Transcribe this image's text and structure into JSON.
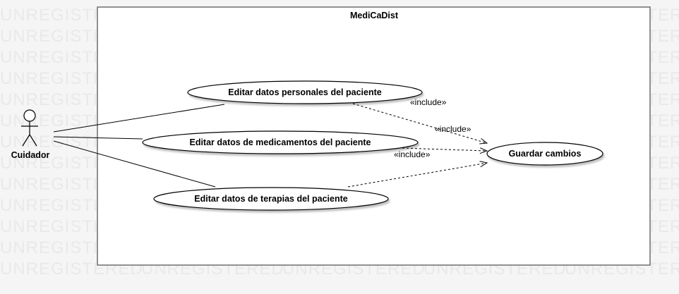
{
  "watermark": "UNREGISTERED",
  "diagram": {
    "system_title": "MediCaDist",
    "actor": {
      "name": "Cuidador"
    },
    "use_cases": {
      "personales": "Editar datos personales del paciente",
      "medicamentos": "Editar datos de medicamentos del paciente",
      "terapias": "Editar datos de terapias del paciente",
      "guardar": "Guardar cambios"
    },
    "include_label": "«include»"
  }
}
